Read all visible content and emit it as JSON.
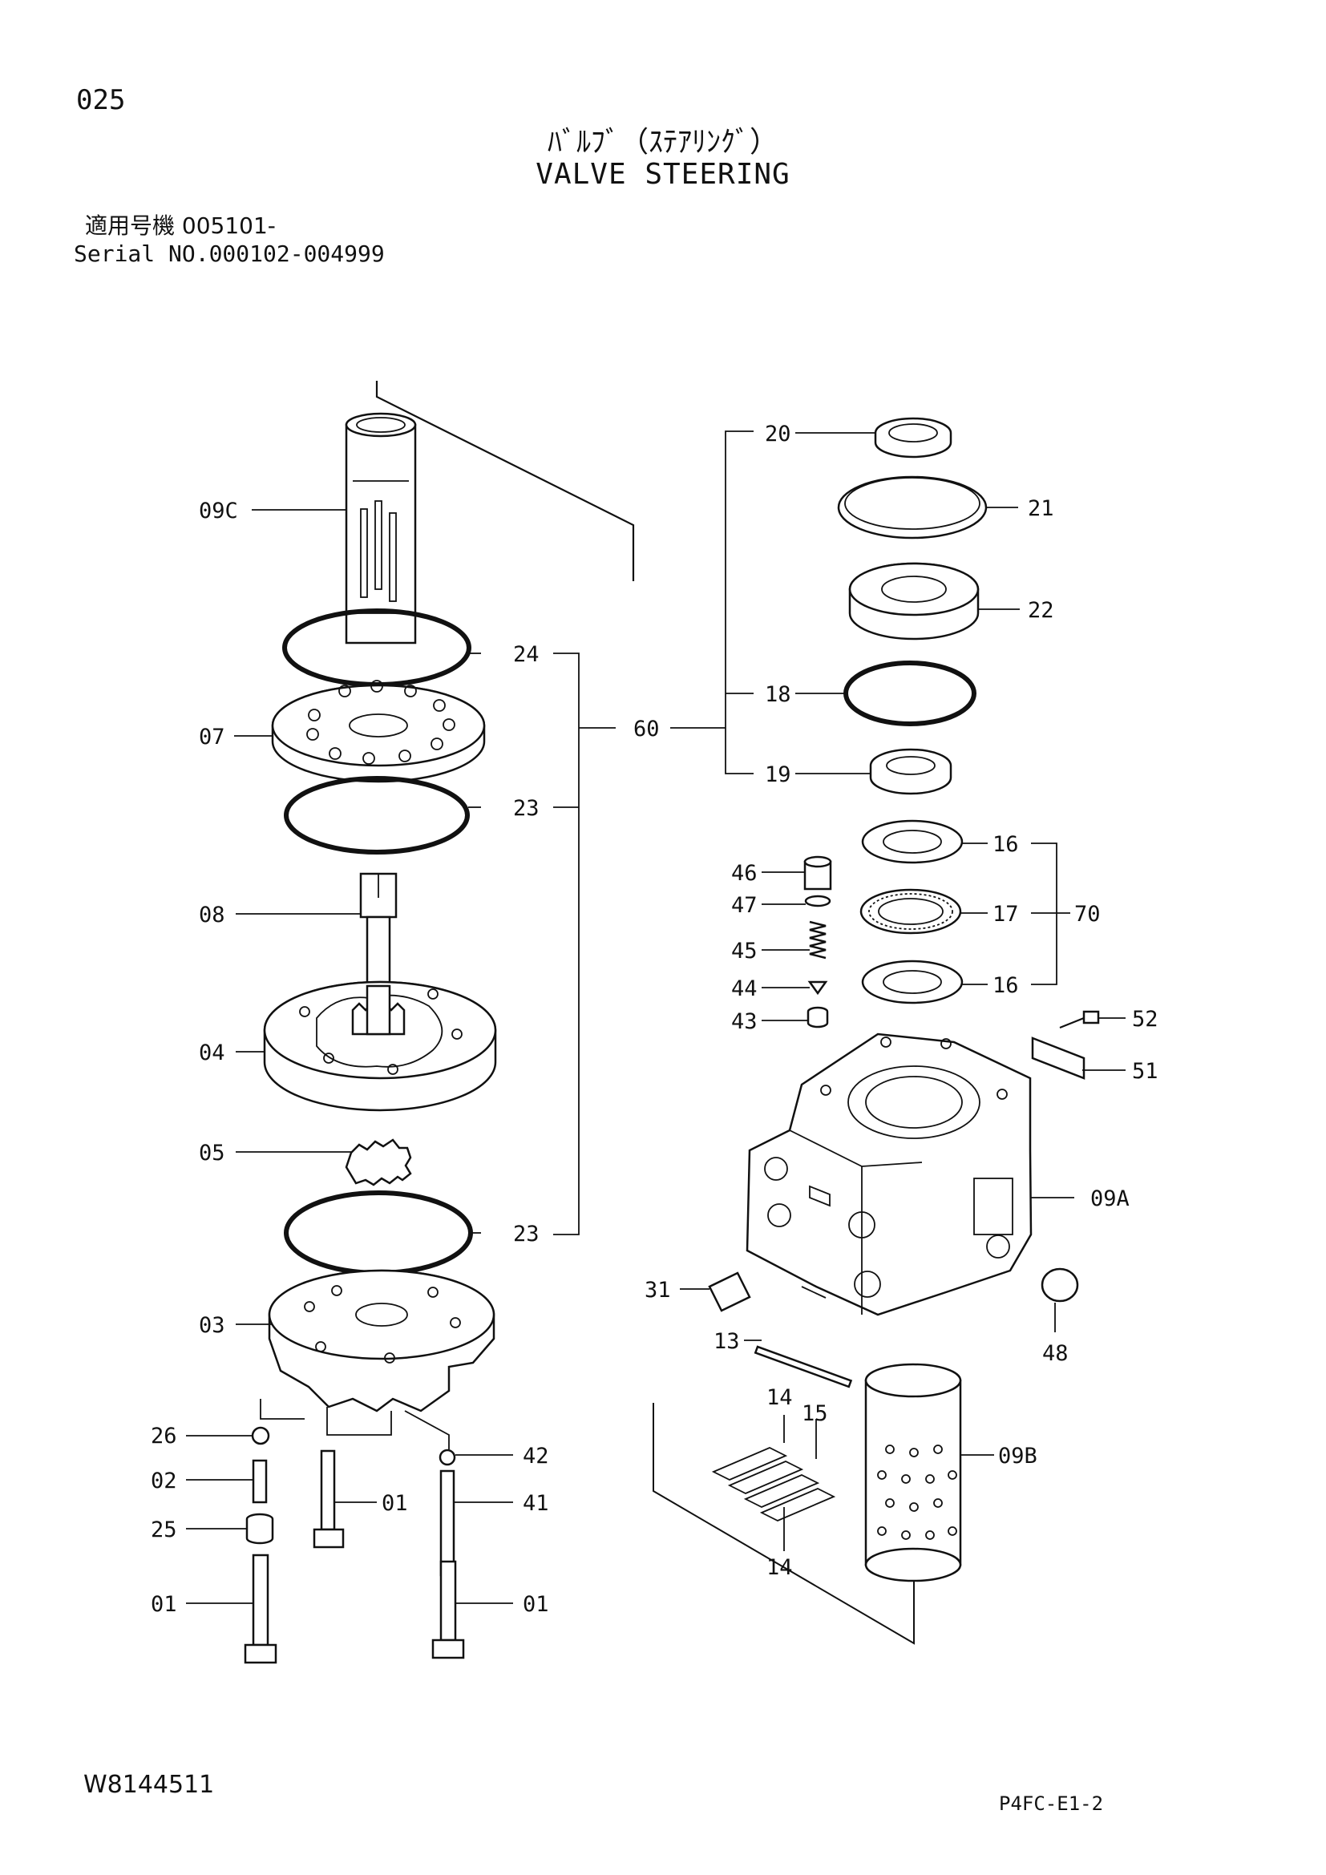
{
  "header": {
    "page_number": "025",
    "title_jp": "ﾊﾞﾙﾌﾞ（ｽﾃｱﾘﾝｸﾞ）",
    "title_en": "VALVE STEERING",
    "applicability": "適用号機 005101-",
    "serial": "Serial NO.000102-004999"
  },
  "footer": {
    "doc_id": "W8144511",
    "ref_code": "P4FC-E1-2"
  },
  "callouts": {
    "c09C": "09C",
    "c07": "07",
    "c08": "08",
    "c04": "04",
    "c05": "05",
    "c03": "03",
    "c26": "26",
    "c02": "02",
    "c25": "25",
    "c01a": "01",
    "c01b": "01",
    "c01c": "01",
    "c42": "42",
    "c41": "41",
    "c24": "24",
    "c23a": "23",
    "c23b": "23",
    "c60": "60",
    "c20": "20",
    "c21": "21",
    "c22": "22",
    "c18": "18",
    "c19": "19",
    "c16a": "16",
    "c16b": "16",
    "c17": "17",
    "c70": "70",
    "c46": "46",
    "c47": "47",
    "c45": "45",
    "c44": "44",
    "c43": "43",
    "c52": "52",
    "c51": "51",
    "c09A": "09A",
    "c31": "31",
    "c48": "48",
    "c13": "13",
    "c14a": "14",
    "c15": "15",
    "c14b": "14",
    "c09B": "09B"
  }
}
